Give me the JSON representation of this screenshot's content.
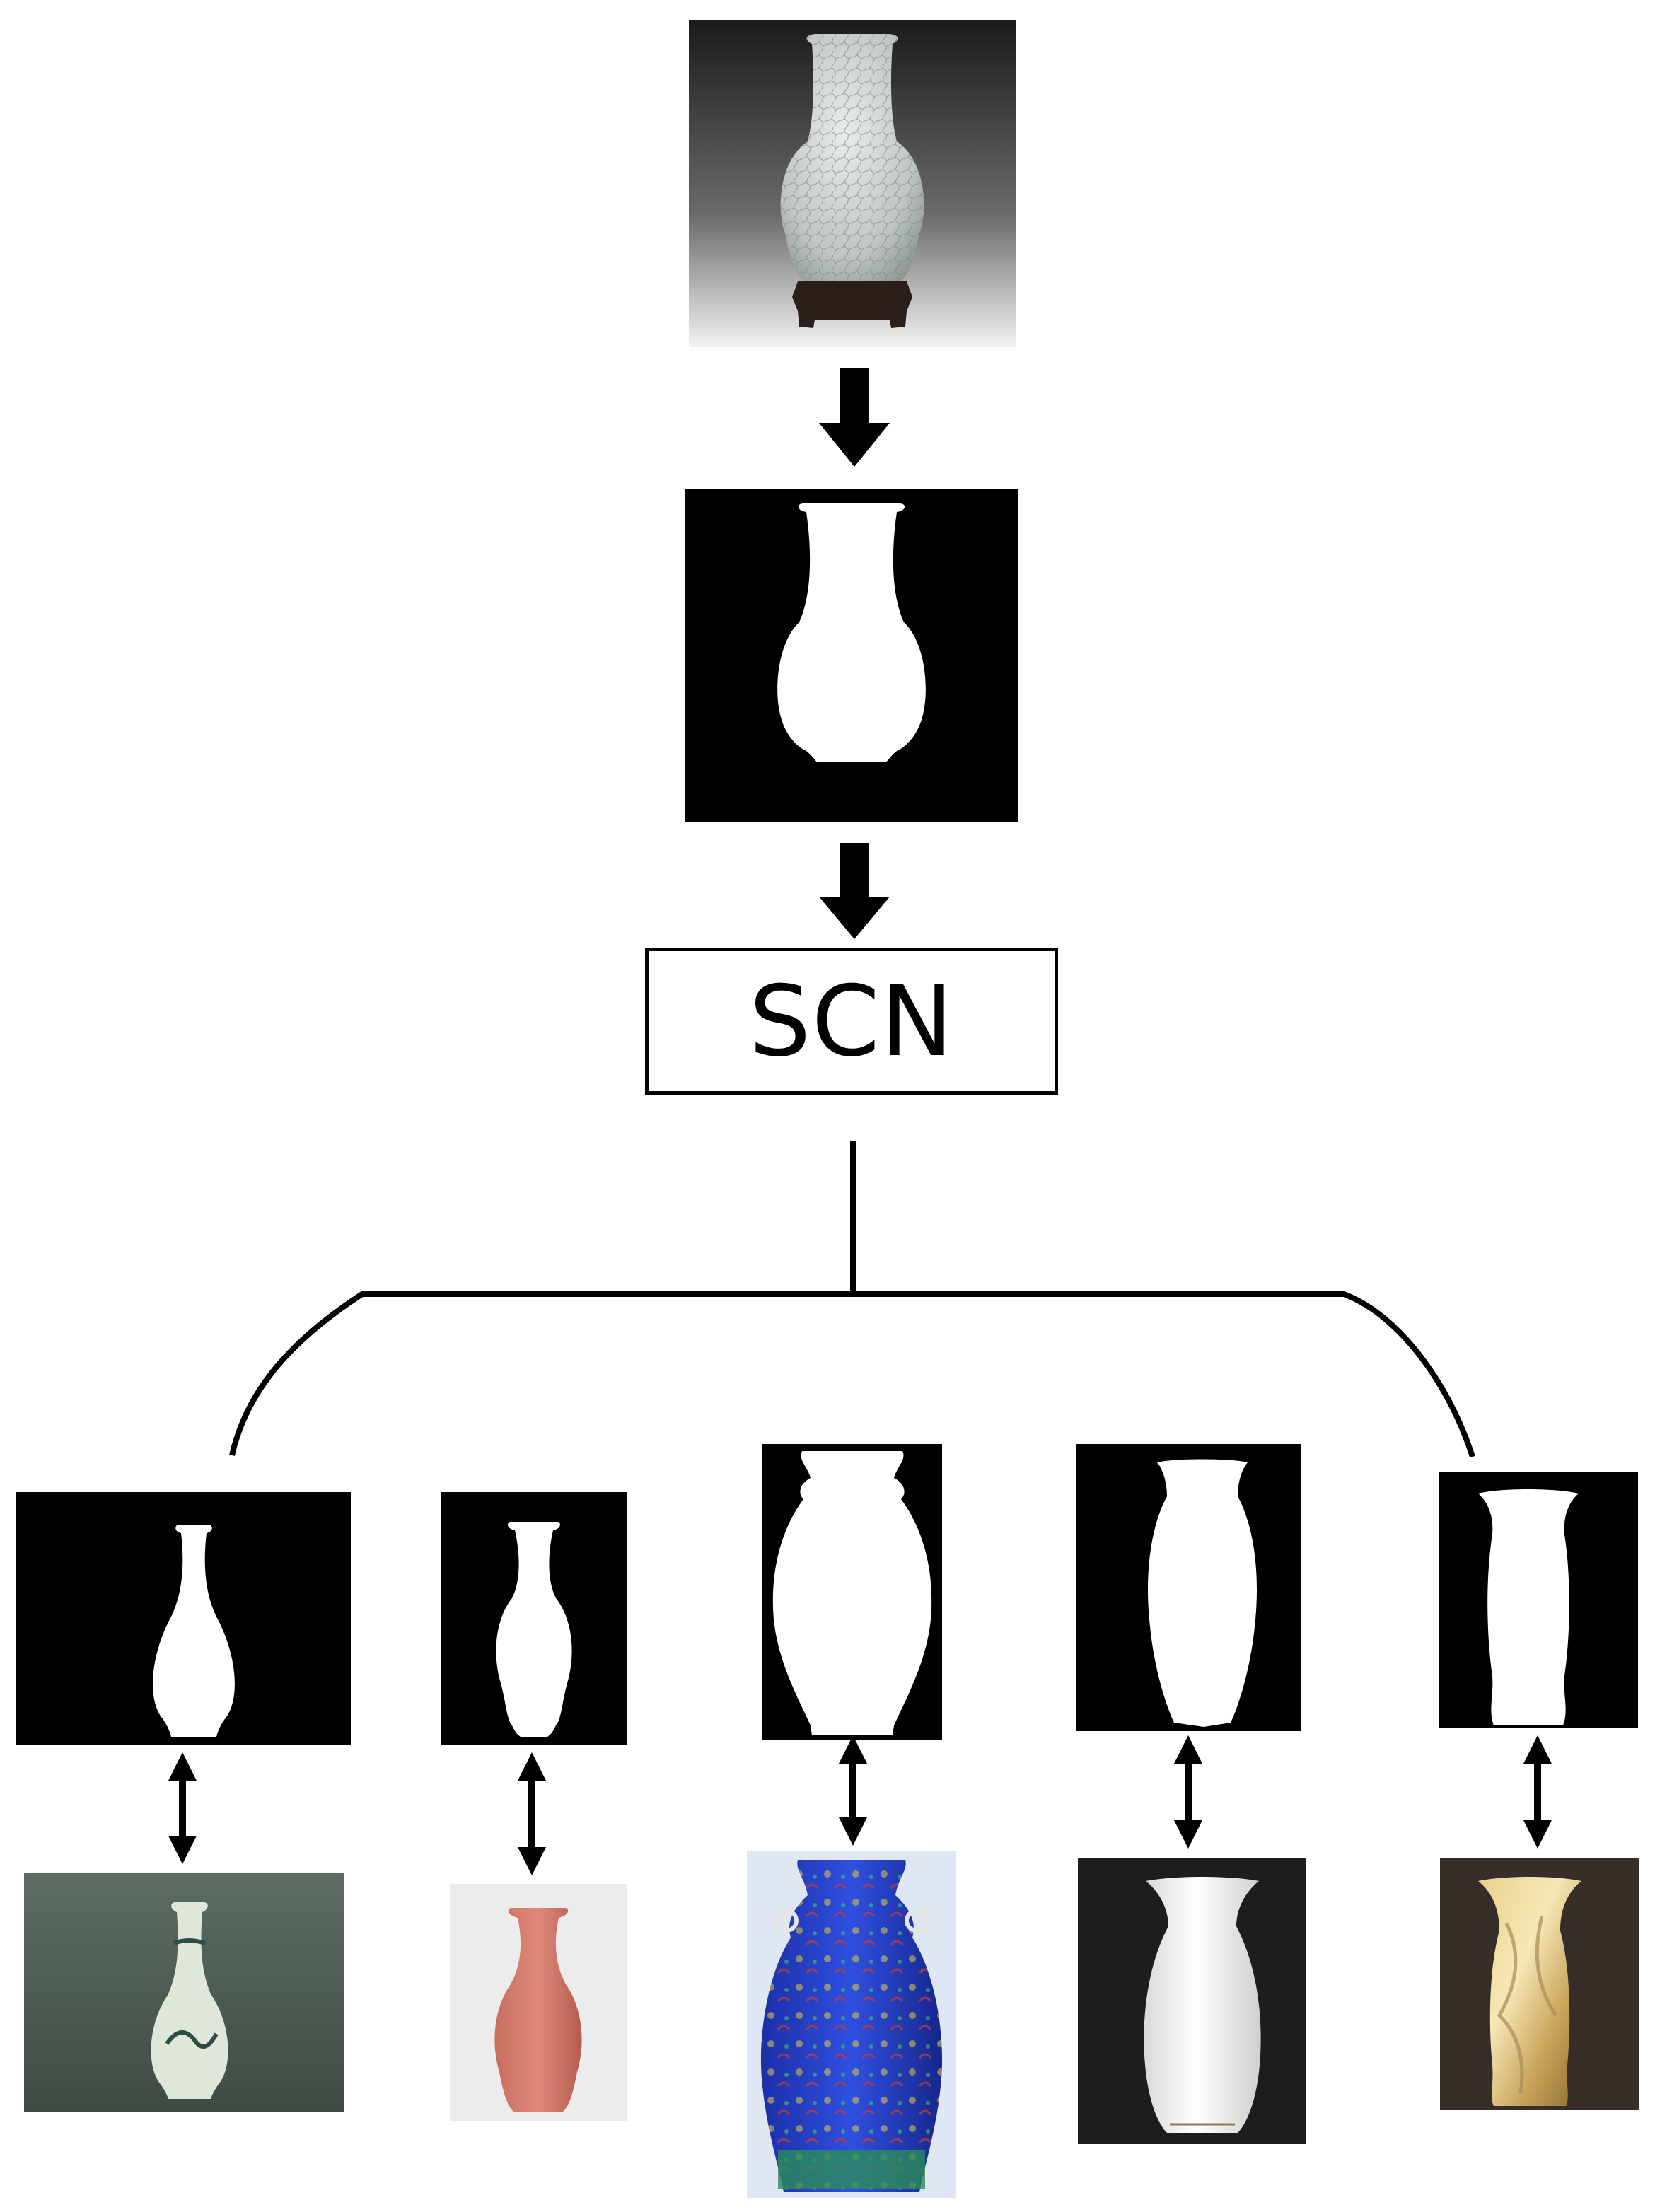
{
  "diagram": {
    "model_label": "SCN",
    "input_image": {
      "icon": "crackled-celadon-vase-on-stand-photo"
    },
    "input_silhouette": {
      "icon": "vase-silhouette-mask"
    },
    "results": [
      {
        "silhouette_icon": "vase-silhouette-mask",
        "photo_icon": "blue-white-pear-vase-photo"
      },
      {
        "silhouette_icon": "vase-silhouette-mask",
        "photo_icon": "coral-red-vase-photo"
      },
      {
        "silhouette_icon": "vase-silhouette-mask",
        "photo_icon": "cloisonne-blue-dragon-vase-photo"
      },
      {
        "silhouette_icon": "vase-silhouette-mask",
        "photo_icon": "white-porcelain-vase-photo"
      },
      {
        "silhouette_icon": "vase-silhouette-mask",
        "photo_icon": "onyx-stone-vase-photo"
      }
    ],
    "colors": {
      "mask_bg": "#000000",
      "mask_fg": "#ffffff",
      "arrow": "#000000"
    }
  }
}
